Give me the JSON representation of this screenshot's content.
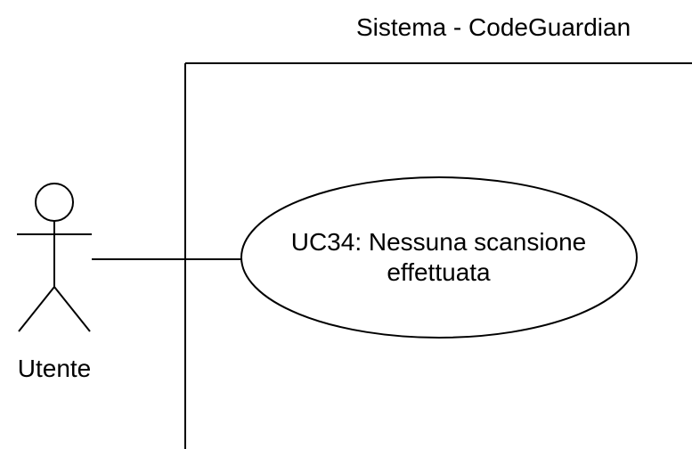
{
  "system": {
    "title": "Sistema - CodeGuardian"
  },
  "use_case": {
    "line1": "UC34: Nessuna scansione",
    "line2": "effettuata"
  },
  "actor": {
    "label": "Utente"
  },
  "colors": {
    "stroke": "#000000",
    "background": "#ffffff"
  }
}
